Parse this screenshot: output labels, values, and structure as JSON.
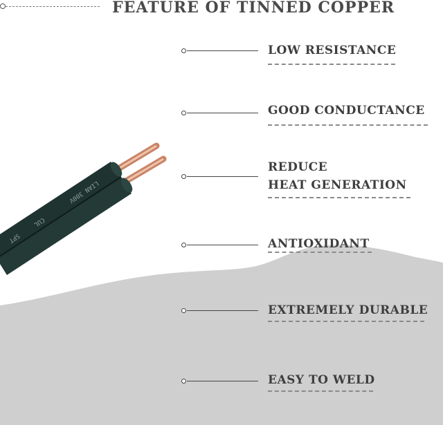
{
  "header": {
    "title": "FEATURE OF TINNED COPPER"
  },
  "cable": {
    "print_1": "LIAN 300V",
    "print_2": "CUL",
    "print_3": "SPT"
  },
  "features": [
    {
      "label": "LOW RESISTANCE"
    },
    {
      "label": "GOOD CONDUCTANCE"
    },
    {
      "label_line1": "REDUCE",
      "label_line2": "HEAT GENERATION"
    },
    {
      "label": "ANTIOXIDANT"
    },
    {
      "label": "EXTREMELY DURABLE"
    },
    {
      "label": "EASY TO WELD"
    }
  ],
  "colors": {
    "background": "#ffffff",
    "wave": "#cfcfcf",
    "cable": "#1f3330",
    "copper": "#d9967a",
    "text": "#3e3e3e"
  }
}
